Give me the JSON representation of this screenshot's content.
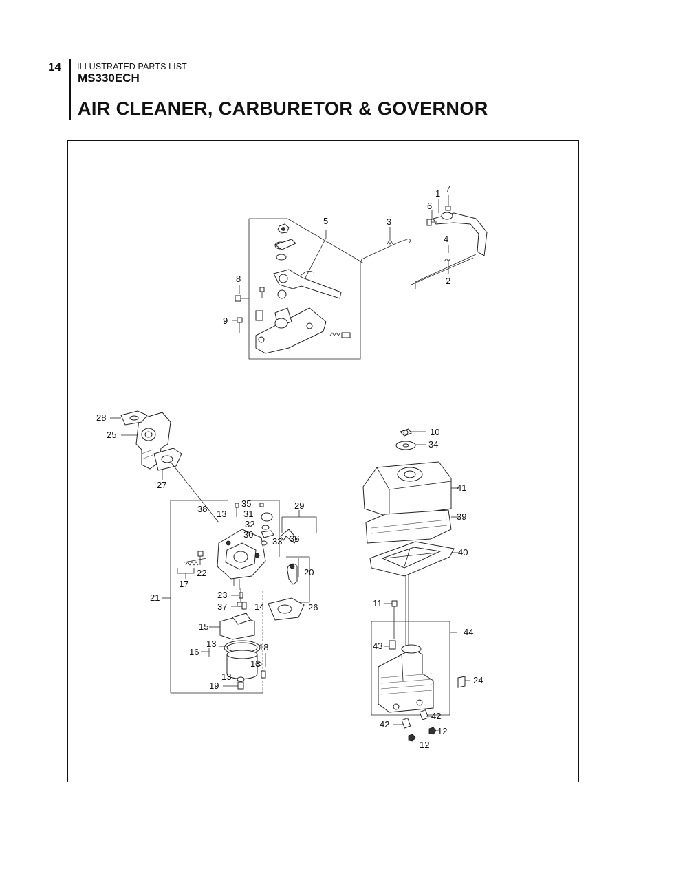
{
  "header": {
    "page_number": "14",
    "section_label": "ILLUSTRATED PARTS LIST",
    "model": "MS330ECH"
  },
  "title": "AIR CLEANER, CARBURETOR & GOVERNOR",
  "callouts": {
    "c1": "1",
    "c7": "7",
    "c6": "6",
    "c5": "5",
    "c3": "3",
    "c4": "4",
    "c2": "2",
    "c8": "8",
    "c9": "9",
    "c28": "28",
    "c25": "25",
    "c27": "27",
    "c38": "38",
    "c35": "35",
    "c13a": "13",
    "c31": "31",
    "c32": "32",
    "c30": "30",
    "c33": "33",
    "c29": "29",
    "c36": "36",
    "c20": "20",
    "c22": "22",
    "c17": "17",
    "c21": "21",
    "c23": "23",
    "c37": "37",
    "c14": "14",
    "c26": "26",
    "c15": "15",
    "c13b": "13",
    "c16": "16",
    "c18": "18",
    "c13c": "13",
    "c13d": "13",
    "c19": "19",
    "c10": "10",
    "c34": "34",
    "c41": "41",
    "c39": "39",
    "c40": "40",
    "c11": "11",
    "c44": "44",
    "c43": "43",
    "c24": "24",
    "c42a": "42",
    "c42b": "42",
    "c12a": "12",
    "c12b": "12"
  }
}
